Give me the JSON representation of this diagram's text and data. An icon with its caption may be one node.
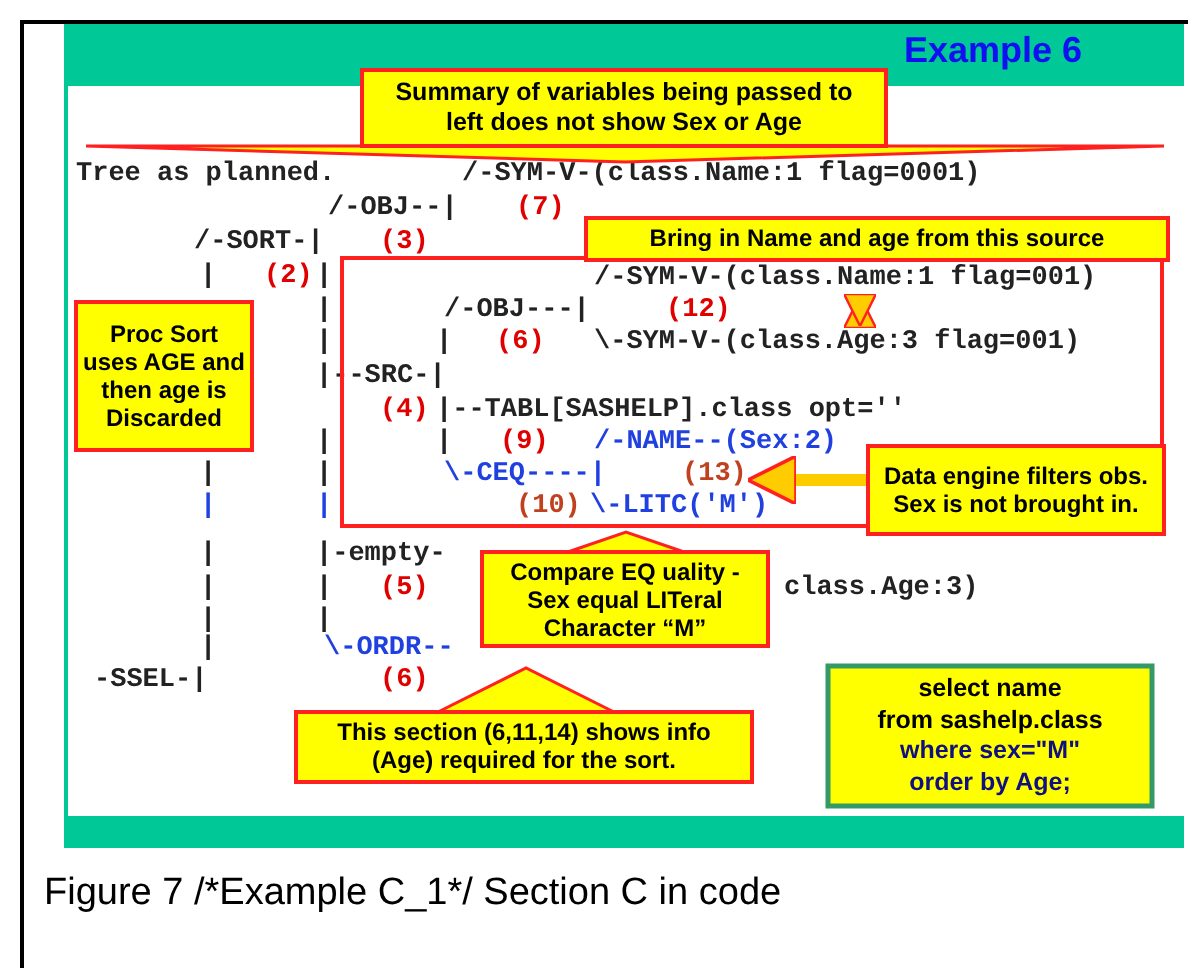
{
  "diagram": {
    "title": "Example 6",
    "caption": "Figure 7 /*Example C_1*/ Section C in code",
    "nodes": [
      {
        "text": [
          "Summary of variables being passed to left does not show Sex or Age"
        ]
      },
      {
        "text": [
          "Bring in Name and age from this source"
        ]
      },
      {
        "text": [
          "Proc Sort uses AGE and then age is Discarded"
        ]
      },
      {
        "text": [
          "Data engine filters obs. Sex is not brought in."
        ]
      },
      {
        "text": [
          "Compare EQ uality - Sex equal LITeral Character “M”"
        ]
      },
      {
        "text": [
          "This section (6,11,14) shows info (Age) required for the sort."
        ]
      },
      {
        "text": [
          "select name",
          "from sashelp.class",
          "where sex=\"M\"",
          "order by Age;"
        ]
      }
    ],
    "edges": [
      {
        "from": 3,
        "to": 1,
        "arrow": "to"
      }
    ],
    "labels": [
      "Tree as planned.",
      "/-SYM-V-(class.Name:1 flag=0001)",
      "/-OBJ--|",
      "(7)",
      "/-SORT-|",
      "(3)",
      "|",
      "(2)",
      "|",
      "/-SYM-V-(class.Name:1 flag=001)",
      "|",
      "/-OBJ---|",
      "(12)",
      "|",
      "|",
      "(6)",
      "\\-SYM-V-(class.Age:3 flag=001)",
      "|--SRC-|",
      "(4)",
      "|--TABL[SASHELP].class opt=''",
      "|",
      "|",
      "(9)",
      "/-NAME--(Sex:2)",
      "|",
      "|",
      "\\-CEQ----|",
      "(13)",
      "|",
      "|",
      "(10)",
      "\\-LITC('M')",
      "|",
      "|-empty-",
      "|",
      "|",
      "(5)",
      "class.Age:3)",
      "|",
      "|",
      "|",
      "\\-ORDR--",
      "-SSEL-|",
      "(6)"
    ]
  }
}
